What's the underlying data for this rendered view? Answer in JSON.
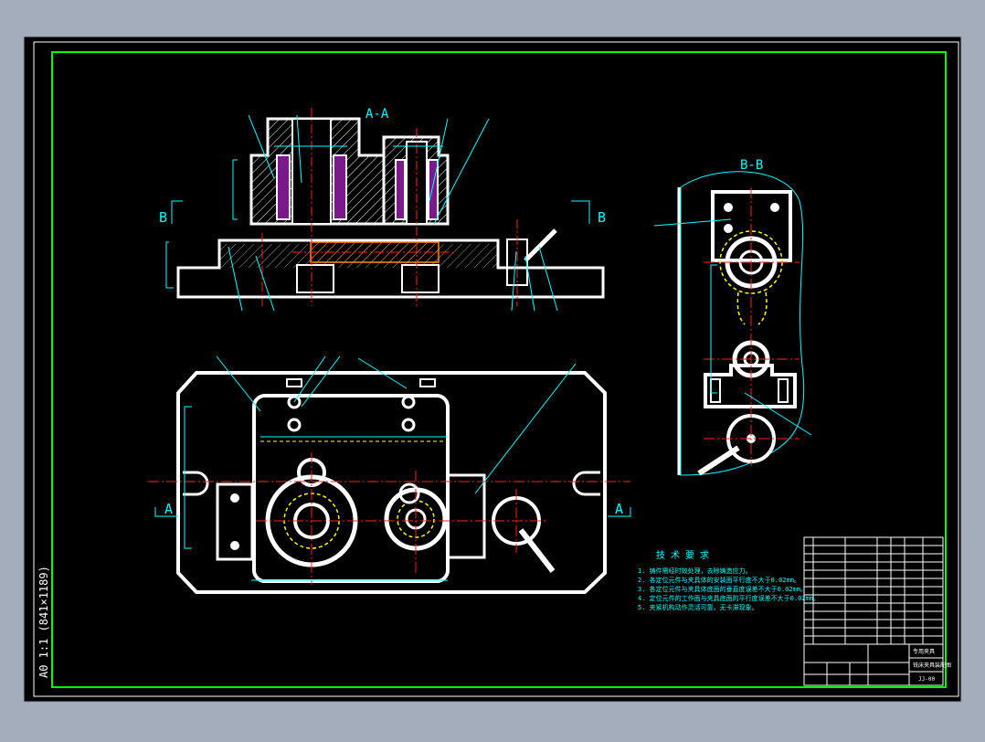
{
  "sheet": {
    "side_label": "A0 1:1  (841×1189)"
  },
  "views": {
    "section_aa": "A-A",
    "section_bb": "B-B",
    "cut_b_left": "B",
    "cut_b_right": "B",
    "cut_a_left": "A",
    "cut_a_right": "A"
  },
  "tech_requirements": {
    "title": "技 术 要 求",
    "lines": [
      "1. 铸件需经时效处理，去除铸造应力。",
      "2. 各定位元件与夹具体的安装面平行度不大于0.02mm。",
      "3. 各定位元件与夹具体底面的垂直度误差不大于0.02mm。",
      "4. 定位元件的工作面与夹具底面的平行度误差不大于0.02mm。",
      "5. 夹紧机构动作灵活可靠，无卡滞现象。"
    ]
  },
  "title_block": {
    "project": "专用夹具",
    "drawing_name": "铣床夹具装配图",
    "drawing_no": "JJ-00"
  },
  "colors": {
    "sheet_bg": "#000000",
    "border": "#00ff00",
    "geometry": "#ffffff",
    "dimension": "#00ffff",
    "center_line": "#ff2020",
    "hidden_line": "#ffff00",
    "hatch": "#ffffff",
    "section_fill": "#7a1a8a",
    "thread": "#ff8c00"
  }
}
